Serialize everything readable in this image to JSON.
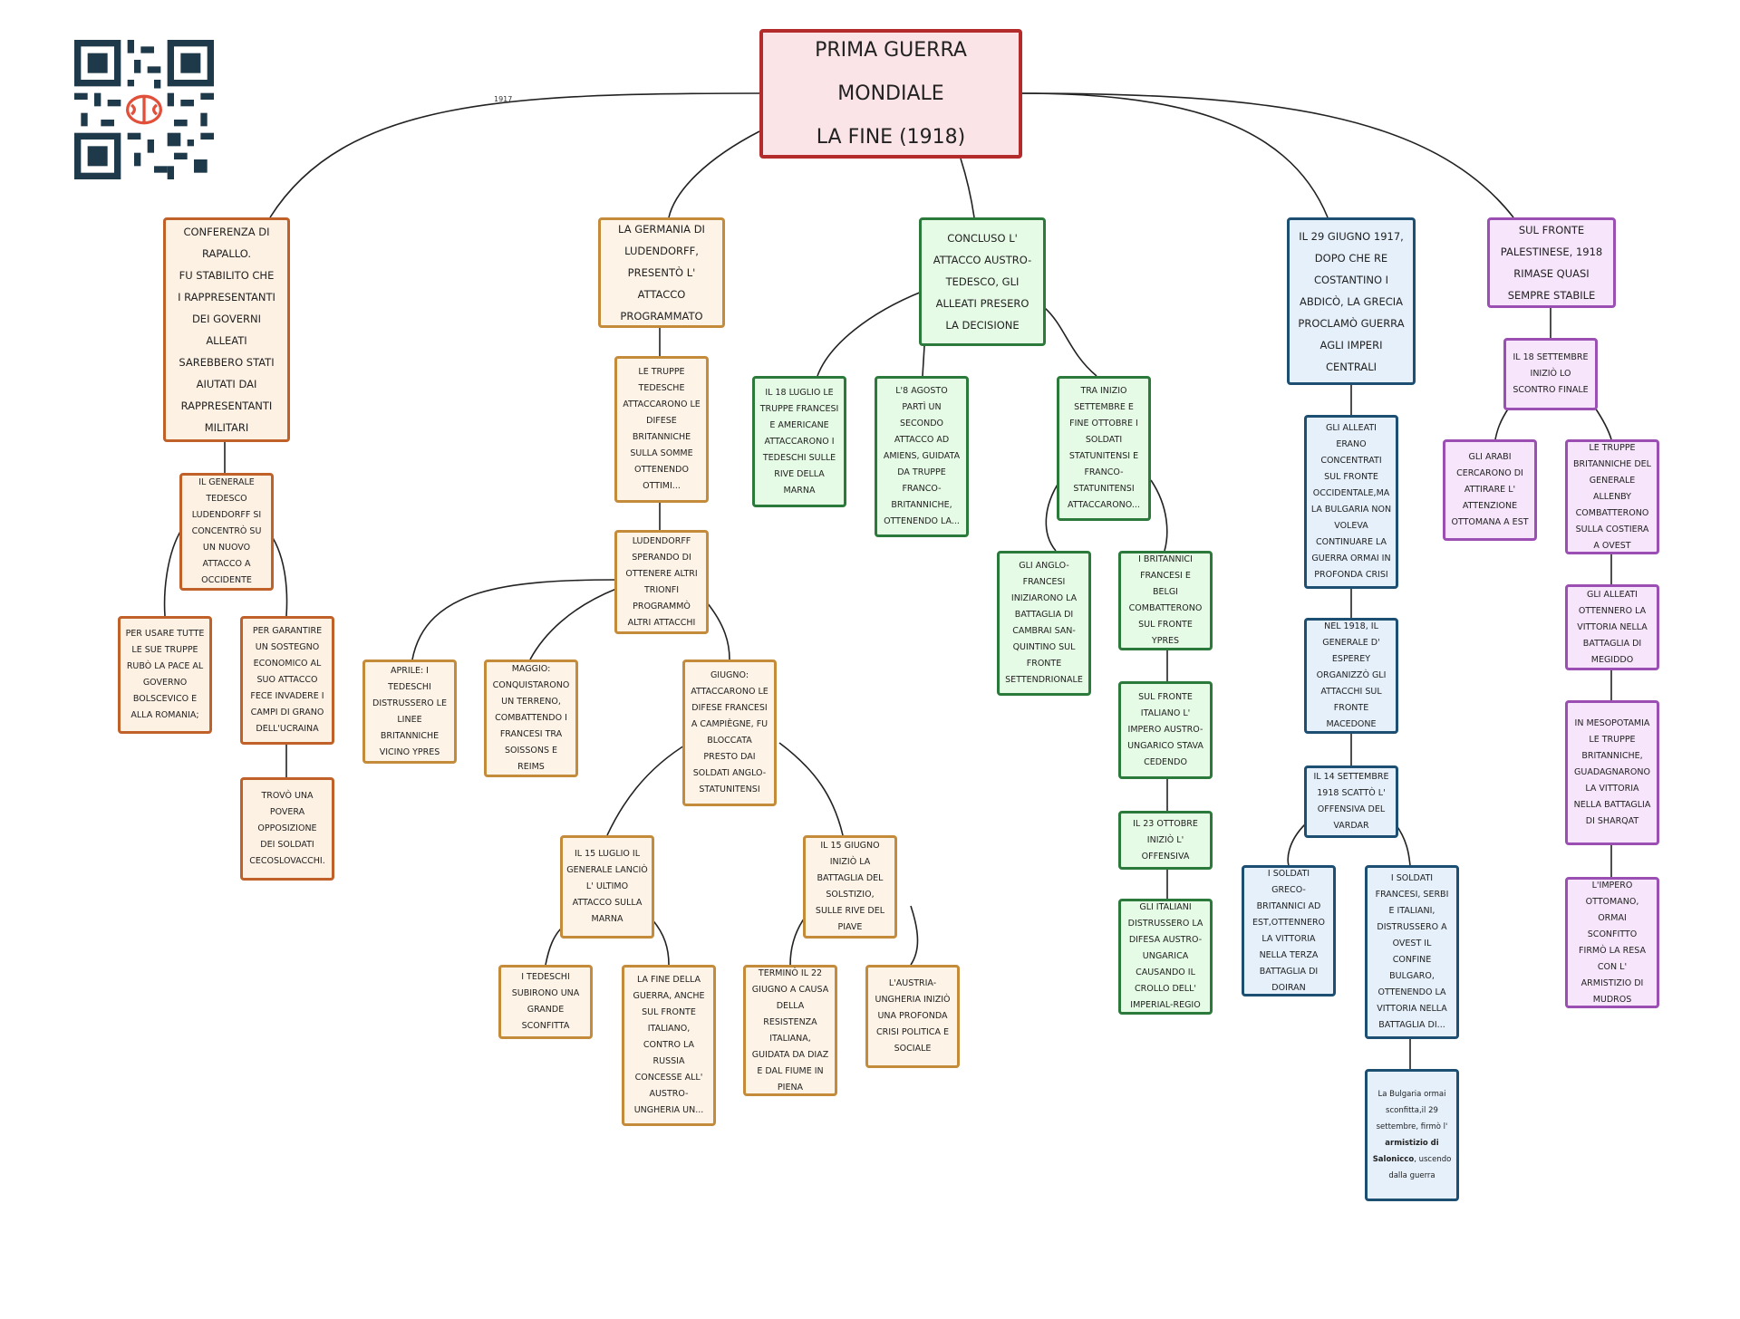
{
  "title": {
    "line1": "PRIMA GUERRA",
    "line2": "MONDIALE",
    "line3": "LA FINE (1918)"
  },
  "edge_label": "1917",
  "colors": {
    "orange": "#c0612a",
    "yellow": "#c48b3b",
    "green": "#2b7a3b",
    "blue": "#1d4f73",
    "purple": "#9c4fb3",
    "red": "#b32b2b"
  },
  "nodes": {
    "rapallo": "CONFERENZA DI\nRAPALLO.\nFU STABILITO CHE\nI RAPPRESENTANTI\nDEI GOVERNI\nALLEATI\nSAREBBERO STATI\nAIUTATI DAI\nRAPPRESENTANTI\nMILITARI",
    "ludendorff_occidente": "IL GENERALE\nTEDESCO\nLUDENDORFF SI\nCONCENTRÒ SU\nUN NUOVO\nATTACCO A\nOCCIDENTE",
    "pace_bolscevico": "PER USARE TUTTE\nLE SUE TRUPPE\nRUBÒ LA PACE AL\nGOVERNO\nBOLSCEVICO E\nALLA ROMANIA;",
    "ucraina": "PER GARANTIRE\nUN SOSTEGNO\nECONOMICO AL\nSUO ATTACCO\nFECE INVADERE I\nCAMPI DI GRANO\nDELL'UCRAINA",
    "cecoslovacchi": "TROVÒ UNA\nPOVERA\nOPPOSIZIONE\nDEI SOLDATI\nCECOSLOVACCHI.",
    "germania": "LA GERMANIA DI\nLUDENDORFF,\nPRESENTÒ L'\nATTACCO\nPROGRAMMATO",
    "somme": "LE TRUPPE\nTEDESCHE\nATTACCARONO LE\nDIFESE\nBRITANNICHE\nSULLA SOMME\nOTTENENDO\nOTTIMI...",
    "ludendorff_trionfi": "LUDENDORFF\nSPERANDO DI\nOTTENERE ALTRI\nTRIONFI\nPROGRAMMÒ\nALTRI ATTACCHI",
    "aprile": "APRILE: I\nTEDESCHI\nDISTRUSSERO LE\nLINEE\nBRITANNICHE\nVICINO YPRES",
    "maggio": "MAGGIO:\nCONQUISTARONO\nUN TERRENO,\nCOMBATTENDO I\nFRANCESI TRA\nSOISSONS E\nREIMS",
    "giugno": "GIUGNO:\nATTACCARONO LE\nDIFESE FRANCESI\nA CAMPIÈGNE, FU\nBLOCCATA\nPRESTO DAI\nSOLDATI ANGLO-\nSTATUNITENSI",
    "luglio15": "IL 15 LUGLIO IL\nGENERALE LANCIÒ\nL' ULTIMO\nATTACCO SULLA\nMARNA",
    "sconfitta": "I TEDESCHI\nSUBIRONO UNA\nGRANDE\nSCONFITTA",
    "russia": "LA FINE DELLA\nGUERRA, ANCHE\nSUL FRONTE\nITALIANO,\nCONTRO LA\nRUSSIA\nCONCESSE ALL'\nAUSTRO-\nUNGHERIA UN...",
    "giugno15": "IL 15 GIUGNO\nINIZIÒ LA\nBATTAGLIA DEL\nSOLSTIZIO,\nSULLE RIVE DEL\nPIAVE",
    "termino22": "TERMINÒ IL 22\nGIUGNO A CAUSA\nDELLA\nRESISTENZA\nITALIANA,\nGUIDATA DA DIAZ\nE DAL FIUME IN\nPIENA",
    "austria_crisi": "L'AUSTRIA-\nUNGHERIA INIZIÒ\nUNA PROFONDA\nCRISI POLITICA E\nSOCIALE",
    "concluso": "CONCLUSO L'\nATTACCO AUSTRO-\nTEDESCO, GLI\nALLEATI PRESERO\nLA DECISIONE",
    "luglio18": "IL 18 LUGLIO LE\nTRUPPE FRANCESI\nE AMERICANE\nATTACCARONO I\nTEDESCHI SULLE\nRIVE DELLA\nMARNA",
    "agosto8": "L'8 AGOSTO\nPARTÌ UN\nSECONDO\nATTACCO AD\nAMIENS, GUIDATA\nDA TRUPPE\nFRANCO-\nBRITANNICHE,\nOTTENENDO LA...",
    "settembre_ottobre": "TRA INIZIO\nSETTEMBRE E\nFINE OTTOBRE I\nSOLDATI\nSTATUNITENSI E\nFRANCO-\nSTATUNITENSI\nATTACCARONO...",
    "cambrai": "GLI ANGLO-\nFRANCESI\nINIZIARONO LA\nBATTAGLIA DI\nCAMBRAI SAN-\nQUINTINO SUL\nFRONTE\nSETTENDRIONALE",
    "ypres": "I BRITANNICI\nFRANCESI E\nBELGI\nCOMBATTERONO\nSUL FRONTE\nYPRES",
    "fronte_italiano": "SUL FRONTE\nITALIANO L'\nIMPERO AUSTRO-\nUNGARICO STAVA\nCEDENDO",
    "ottobre23": "IL 23 OTTOBRE\nINIZIÒ L'\nOFFENSIVA",
    "crollo": "GLI ITALIANI\nDISTRUSSERO LA\nDIFESA AUSTRO-\nUNGARICA\nCAUSANDO IL\nCROLLO DELL'\nIMPERIAL-REGIO",
    "grecia": "IL 29 GIUGNO 1917,\nDOPO CHE RE\nCOSTANTINO I\nABDICÒ, LA GRECIA\nPROCLAMÒ GUERRA\nAGLI IMPERI\nCENTRALI",
    "alleati_concentrati": "GLI ALLEATI\nERANO\nCONCENTRATI\nSUL FRONTE\nOCCIDENTALE,MA\nLA BULGARIA NON\nVOLEVA\nCONTINUARE LA\nGUERRA ORMAI IN\nPROFONDA CRISI",
    "esperey": "NEL 1918, IL\nGENERALE D'\nESPEREY\nORGANIZZÒ GLI\nATTACCHI SUL\nFRONTE\nMACEDONE",
    "vardar": "IL 14 SETTEMBRE\n1918 SCATTÒ L'\nOFFENSIVA DEL\nVARDAR",
    "doiran": "I SOLDATI\nGRECO-\nBRITANNICI AD\nEST,OTTENNERO\nLA VITTORIA\nNELLA TERZA\nBATTAGLIA DI\nDOIRAN",
    "bulgaro": "I SOLDATI\nFRANCESI, SERBI\nE ITALIANI,\nDISTRUSSERO A\nOVEST IL\nCONFINE\nBULGARO,\nOTTENENDO LA\nVITTORIA NELLA\nBATTAGLIA DI...",
    "salonicco": {
      "pre": "La Bulgaria ormai\nsconfitta,il 29\nsettembre, firmò l'\n",
      "bold1": "armistizio di",
      "br": "\n",
      "bold2": "Salonicco",
      "post": ", uscendo\ndalla guerra"
    },
    "palestina": "SUL FRONTE\nPALESTINESE, 1918\nRIMASE QUASI\nSEMPRE STABILE",
    "settembre18": "IL 18 SETTEMBRE\nINIZIÒ LO\nSCONTRO FINALE",
    "arabi": "GLI ARABI\nCERCARONO DI\nATTIRARE L'\nATTENZIONE\nOTTOMANA A EST",
    "allenby": "LE TRUPPE\nBRITANNICHE DEL\nGENERALE\nALLENBY\nCOMBATTERONO\nSULLA COSTIERA\nA OVEST",
    "megiddo": "GLI ALLEATI\nOTTENNERO LA\nVITTORIA NELLA\nBATTAGLIA DI\nMEGIDDO",
    "mesopotamia": "IN MESOPOTAMIA\nLE TRUPPE\nBRITANNICHE,\nGUADAGNARONO\nLA VITTORIA\nNELLA BATTAGLIA\nDI SHARQAT",
    "mudros": "L'IMPERO\nOTTOMANO,\nORMAI\nSCONFITTO\nFIRMÒ LA RESA\nCON L'\nARMISTIZIO DI\nMUDROS"
  }
}
